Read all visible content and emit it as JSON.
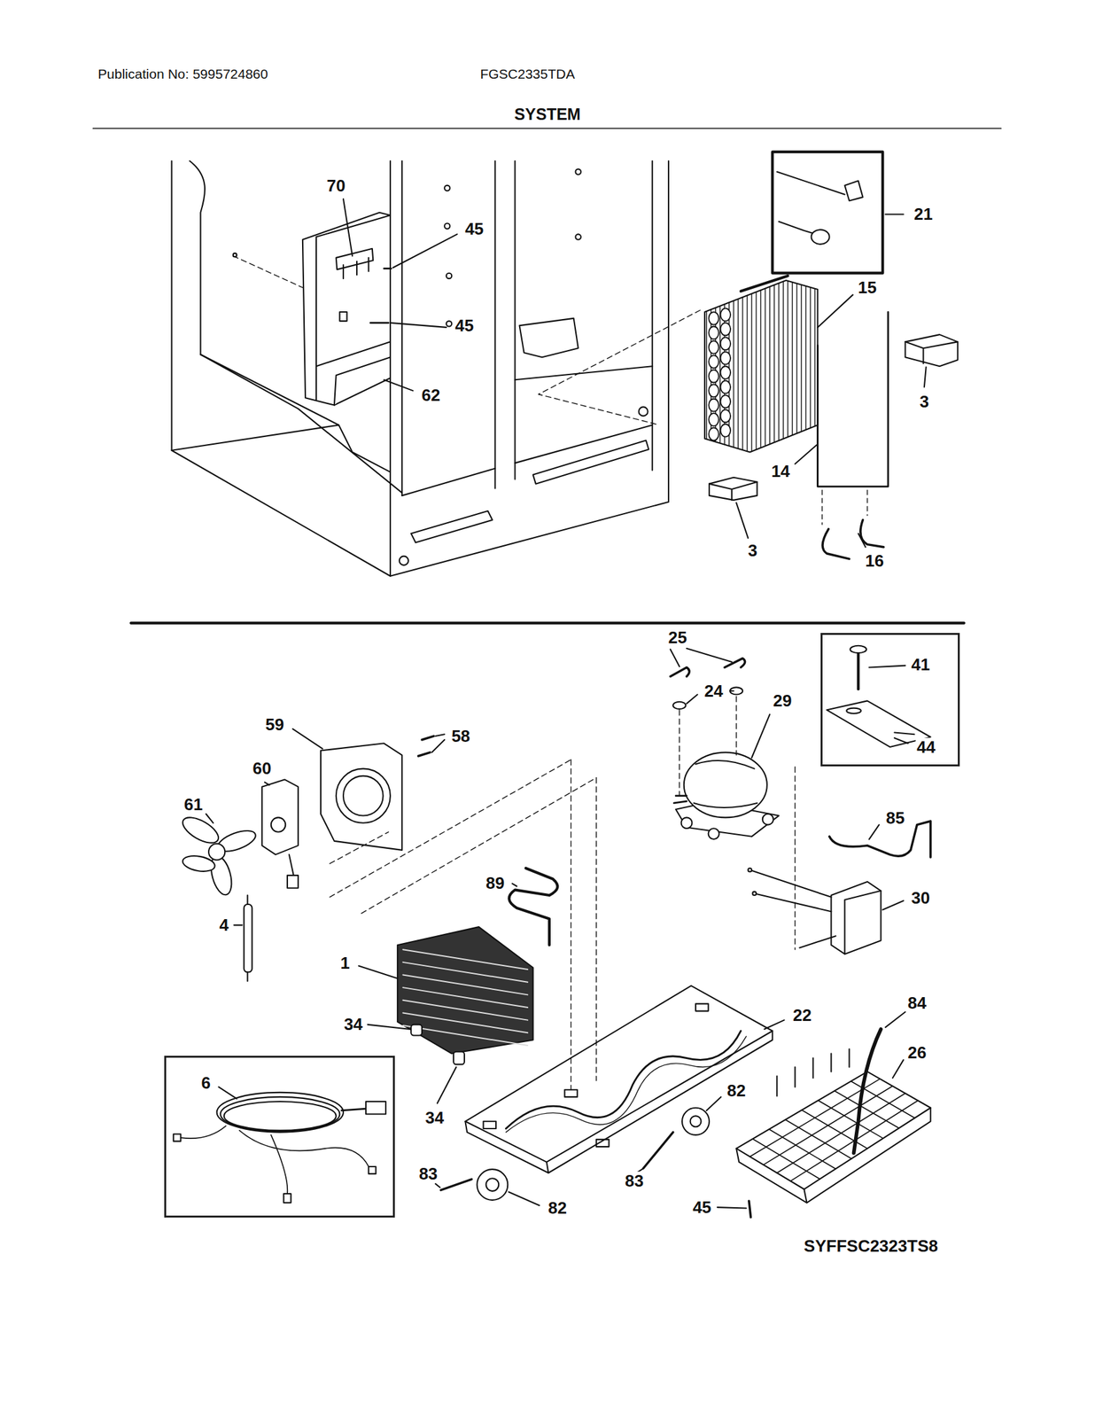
{
  "diagram": {
    "title": "SYSTEM",
    "nodes": [
      {
        "text": [
          "41",
          "44"
        ]
      },
      {
        "text": [
          "6"
        ]
      }
    ],
    "labels": [
      "Publication No: 5995724860",
      "FGSC2335TDA",
      "70",
      "45",
      "45",
      "62",
      "21",
      "15",
      "3",
      "14",
      "3",
      "16",
      "25",
      "24",
      "29",
      "59",
      "58",
      "60",
      "61",
      "85",
      "89",
      "30",
      "4",
      "1",
      "34",
      "22",
      "84",
      "26",
      "34",
      "82",
      "83",
      "82",
      "83",
      "45",
      "SYFFSC2323TS8"
    ]
  }
}
